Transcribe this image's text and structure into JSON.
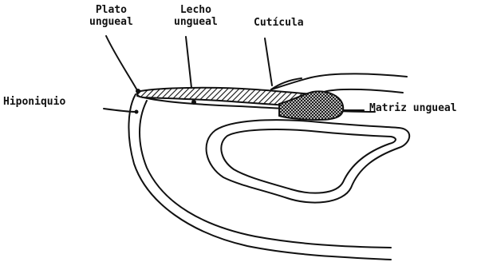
{
  "labels": {
    "plato": [
      "Plato",
      "ungueal"
    ],
    "lecho": [
      "Lecho",
      "ungueal"
    ],
    "cuticula": "Cutícula",
    "hiponiquio": "Hiponiquio",
    "matriz": "Matriz ungueal"
  },
  "colors": {
    "ink": "#111111",
    "background": "#ffffff"
  }
}
